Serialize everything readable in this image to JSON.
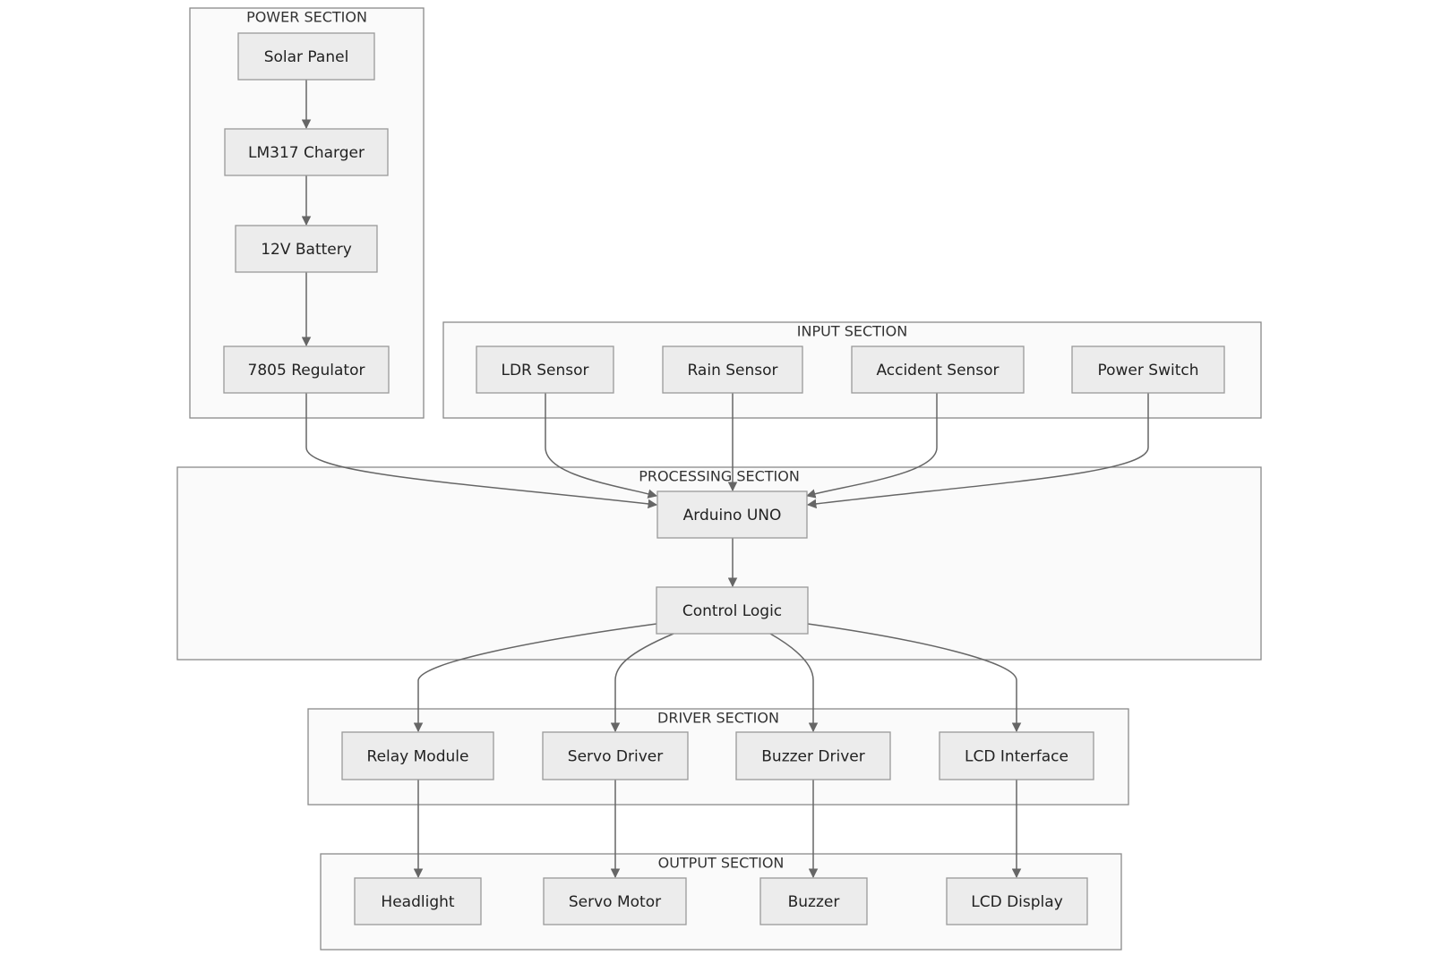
{
  "clusters": [
    {
      "id": "power",
      "label": "POWER SECTION"
    },
    {
      "id": "input",
      "label": "INPUT SECTION"
    },
    {
      "id": "processing",
      "label": "PROCESSING SECTION"
    },
    {
      "id": "driver",
      "label": "DRIVER SECTION"
    },
    {
      "id": "output",
      "label": "OUTPUT SECTION"
    }
  ],
  "nodes": [
    {
      "id": "solar",
      "label": "Solar Panel"
    },
    {
      "id": "lm317",
      "label": "LM317 Charger"
    },
    {
      "id": "battery",
      "label": "12V Battery"
    },
    {
      "id": "reg",
      "label": "7805 Regulator"
    },
    {
      "id": "ldr",
      "label": "LDR Sensor"
    },
    {
      "id": "rain",
      "label": "Rain Sensor"
    },
    {
      "id": "accident",
      "label": "Accident Sensor"
    },
    {
      "id": "pswitch",
      "label": "Power Switch"
    },
    {
      "id": "arduino",
      "label": "Arduino UNO"
    },
    {
      "id": "control",
      "label": "Control Logic"
    },
    {
      "id": "relay",
      "label": "Relay Module"
    },
    {
      "id": "servodrv",
      "label": "Servo Driver"
    },
    {
      "id": "buzzdrv",
      "label": "Buzzer Driver"
    },
    {
      "id": "lcdif",
      "label": "LCD Interface"
    },
    {
      "id": "headlight",
      "label": "Headlight"
    },
    {
      "id": "servomotor",
      "label": "Servo Motor"
    },
    {
      "id": "buzzer",
      "label": "Buzzer"
    },
    {
      "id": "lcddisp",
      "label": "LCD Display"
    }
  ],
  "edges": [
    {
      "from": "solar",
      "to": "lm317"
    },
    {
      "from": "lm317",
      "to": "battery"
    },
    {
      "from": "battery",
      "to": "reg"
    },
    {
      "from": "reg",
      "to": "arduino"
    },
    {
      "from": "ldr",
      "to": "arduino"
    },
    {
      "from": "rain",
      "to": "arduino"
    },
    {
      "from": "accident",
      "to": "arduino"
    },
    {
      "from": "pswitch",
      "to": "arduino"
    },
    {
      "from": "arduino",
      "to": "control"
    },
    {
      "from": "control",
      "to": "relay"
    },
    {
      "from": "control",
      "to": "servodrv"
    },
    {
      "from": "control",
      "to": "buzzdrv"
    },
    {
      "from": "control",
      "to": "lcdif"
    },
    {
      "from": "relay",
      "to": "headlight"
    },
    {
      "from": "servodrv",
      "to": "servomotor"
    },
    {
      "from": "buzzdrv",
      "to": "buzzer"
    },
    {
      "from": "lcdif",
      "to": "lcddisp"
    }
  ],
  "colors": {
    "cluster_fill": "#fafafa",
    "cluster_border": "#8a8a8a",
    "node_fill": "#ececec",
    "node_border": "#9a9a9a",
    "edge": "#666666",
    "text": "#222222"
  }
}
